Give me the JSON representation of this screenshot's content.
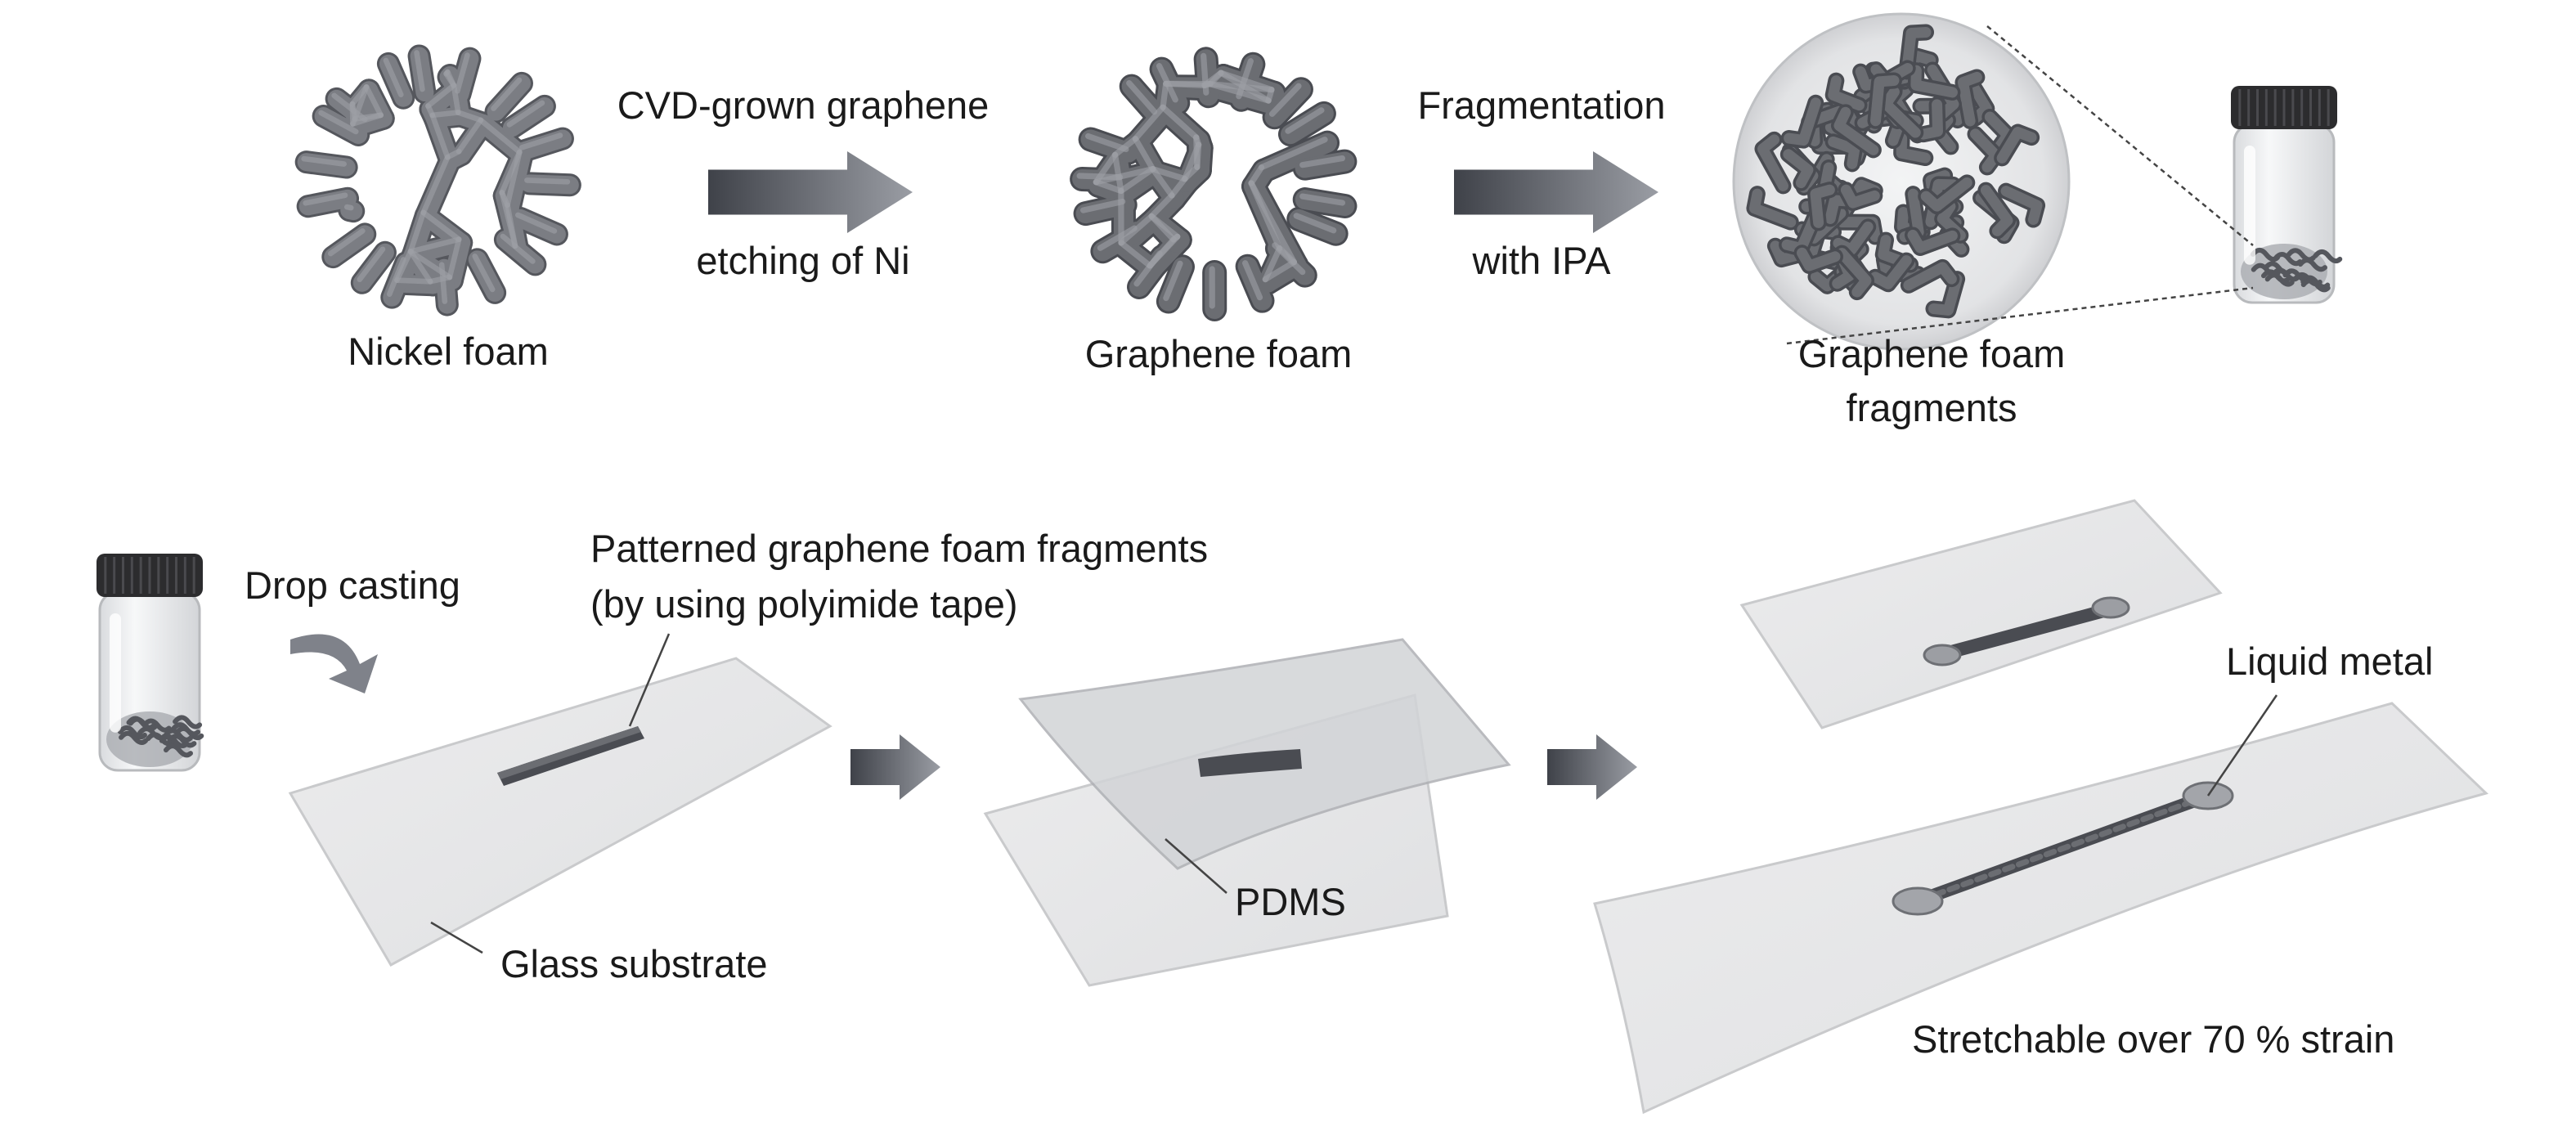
{
  "top_row": {
    "nickel_foam_label": "Nickel foam",
    "step1_above": "CVD-grown graphene",
    "step1_below": "etching of Ni",
    "graphene_foam_label": "Graphene foam",
    "step2_above": "Fragmentation",
    "step2_below": "with IPA",
    "fragments_label_line1": "Graphene foam",
    "fragments_label_line2": "fragments"
  },
  "bottom_row": {
    "drop_casting_label": "Drop casting",
    "patterned_line1": "Patterned graphene foam fragments",
    "patterned_line2": "(by using polyimide tape)",
    "glass_substrate_label": "Glass substrate",
    "pdms_label": "PDMS",
    "liquid_metal_label": "Liquid metal",
    "stretchable_label": "Stretchable over 70 % strain"
  },
  "colors": {
    "foam": "#6b6d72",
    "foam_dark": "#4a4c52",
    "arrow_dark": "#4d5058",
    "arrow_light": "#8e9199",
    "substrate": "#e6e7e8",
    "substrate_edge": "#c9cacc",
    "pdms": "#d2d4d7",
    "cap": "#2c2c2e",
    "jar_glass": "#eef0f2",
    "leader": "#444444"
  },
  "icons": [
    "nickel-foam-icon",
    "graphene-foam-icon",
    "fragments-magnified-icon",
    "vial-icon",
    "curved-arrow-icon",
    "process-arrow-icon",
    "glass-substrate-icon",
    "pdms-film-icon",
    "sensor-device-icon"
  ]
}
